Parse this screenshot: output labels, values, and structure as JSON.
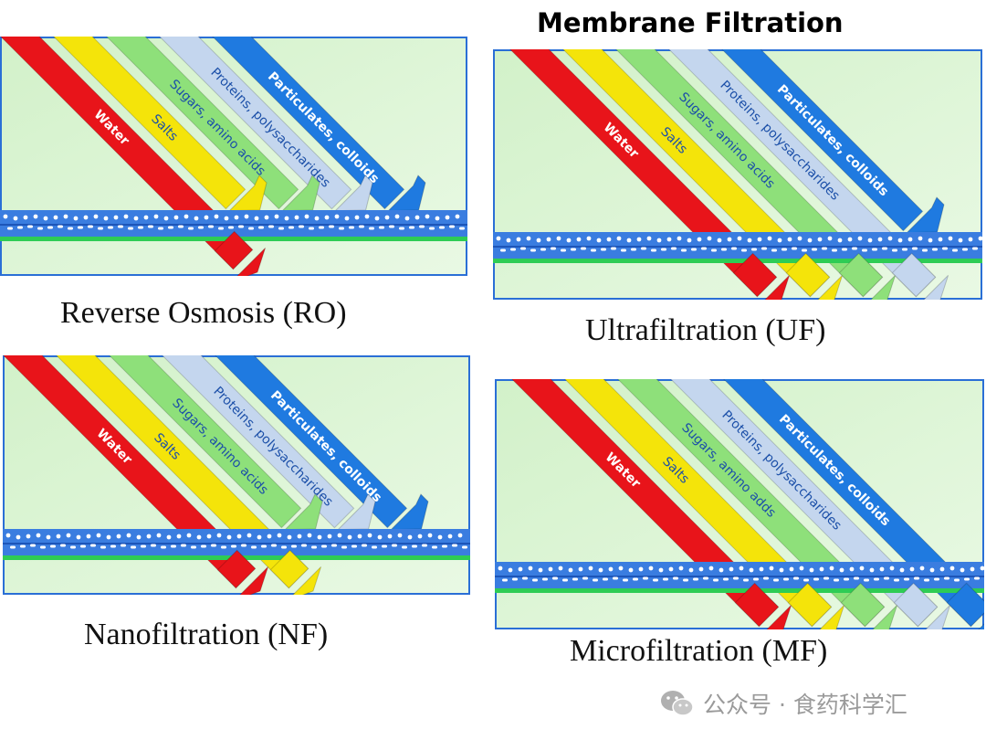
{
  "title": "Membrane Filtration",
  "streams": [
    {
      "label": "Water",
      "fill": "#e8141a",
      "text": "#ffffff"
    },
    {
      "label": "Salts",
      "fill": "#f4e40a",
      "text": "#1b4fa8"
    },
    {
      "label": "Sugars, amino acids",
      "fill": "#8ee07a",
      "text": "#1b4fa8"
    },
    {
      "label": "Proteins, polysaccharides",
      "fill": "#c4d6ee",
      "text": "#1b4fa8"
    },
    {
      "label": "Particulates, colloids",
      "fill": "#1f7ae0",
      "text": "#ffffff"
    }
  ],
  "panels": [
    {
      "id": "ro",
      "caption": "Reverse Osmosis (RO)",
      "passes": 1
    },
    {
      "id": "uf",
      "caption": "Ultrafiltration (UF)",
      "passes": 4
    },
    {
      "id": "nf",
      "caption": "Nanofiltration (NF)",
      "passes": 2
    },
    {
      "id": "mf",
      "caption": "Microfiltration (MF)",
      "passes": 5,
      "stream_labels": [
        "Water",
        "Salts",
        "Sugars, amino adds",
        "Proteins, polysaccharides",
        "Particulates, colloids"
      ]
    }
  ],
  "colors": {
    "panel_border": "#2a6fd6",
    "background": "#d2f1c9",
    "membrane": "#3a7de0",
    "membrane_pores": "#ffffff",
    "membrane_edge": "#2ecc55"
  },
  "watermark": {
    "text": "公众号 · 食药科学汇",
    "icon": "wechat-icon"
  }
}
